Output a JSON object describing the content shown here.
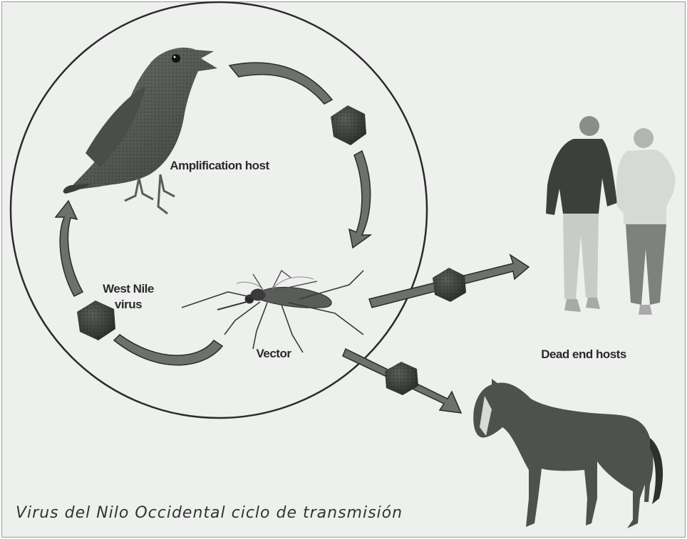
{
  "labels": {
    "amplification_host": "Amplification host",
    "west_nile_virus": "West Nile virus",
    "vector": "Vector",
    "dead_end_hosts": "Dead end hosts"
  },
  "caption": "Virus del Nilo Occidental ciclo de transmisión",
  "icons": [
    "bird-icon",
    "mosquito-icon",
    "virus-particle-icon",
    "people-icon",
    "horse-icon",
    "cycle-arrow-icon",
    "transmission-arrow-icon"
  ],
  "colors": {
    "background": "#eef0ee",
    "arrow": "#6c716c",
    "arrow_outline": "#2b2b2b",
    "virus": "#3a3d3a",
    "circle": "#2b2b2b"
  }
}
